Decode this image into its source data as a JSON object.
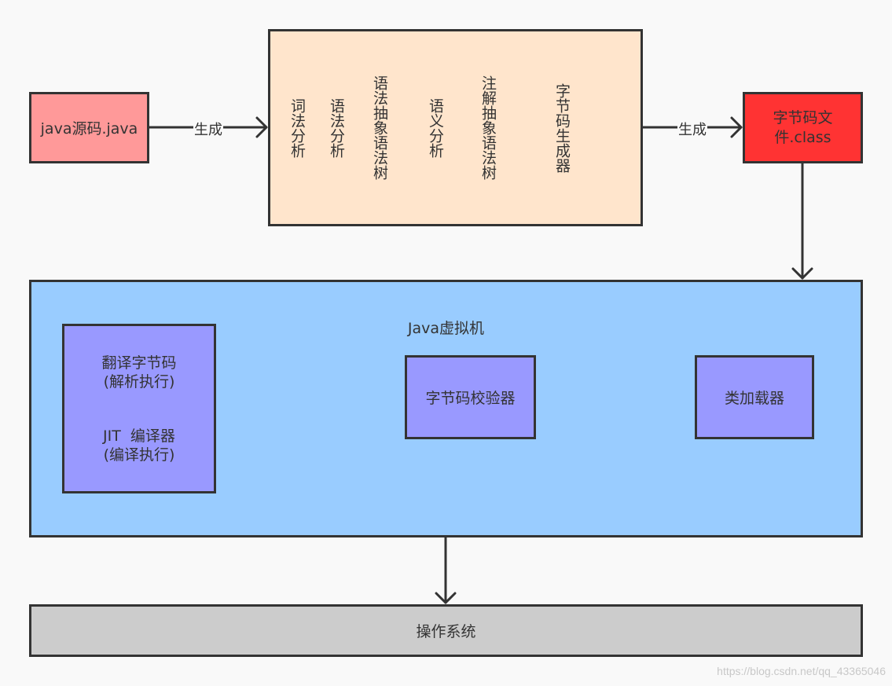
{
  "nodes": {
    "source": "java源码.java",
    "compiler_steps": [
      "词法分析",
      "语法分析",
      "语法抽象语法树",
      "语义分析",
      "注解抽象语法树",
      "字节码生成器"
    ],
    "classfile": [
      "字节码文",
      "件.class"
    ],
    "jvm_title": "Java虚拟机",
    "exec_engine": [
      "翻译字节码",
      "(解析执行)",
      "JIT  编译器",
      "(编译执行)"
    ],
    "verifier": "字节码校验器",
    "classloader": "类加载器",
    "os": "操作系统"
  },
  "edges": {
    "source_to_compiler": "生成",
    "compiler_to_classfile": "生成"
  },
  "watermark": "https://blog.csdn.net/qq_43365046",
  "colors": {
    "source": "#ff9999",
    "compiler": "#ffe5cc",
    "classfile": "#ff3333",
    "jvm": "#99ccff",
    "component": "#9999ff",
    "os": "#cccccc",
    "stroke": "#333333"
  }
}
